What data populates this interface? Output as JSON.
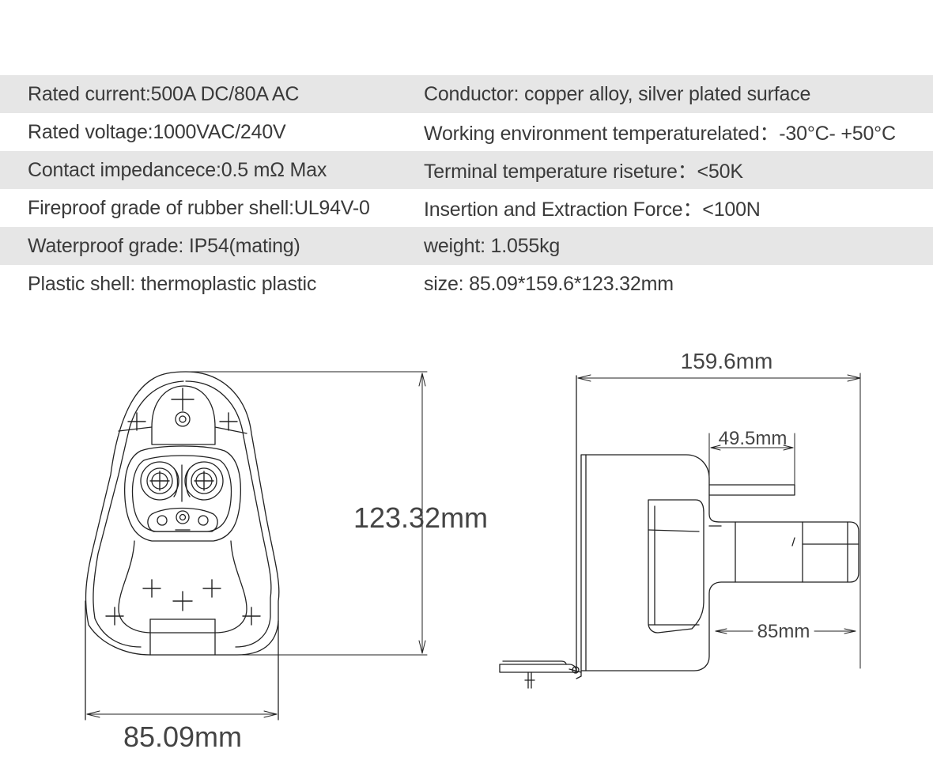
{
  "specs": [
    {
      "left": "Rated current:500A DC/80A AC",
      "right": "Conductor: copper alloy, silver plated surface"
    },
    {
      "left": "Rated voltage:1000VAC/240V",
      "right": "Working environment temperaturelated：-30°C- +50°C"
    },
    {
      "left": "Contact impedancece:0.5 mΩ Max",
      "right": "Terminal temperature riseture：<50K"
    },
    {
      "left": "Fireproof grade of rubber shell:UL94V-0",
      "right": "Insertion and Extraction Force：<100N"
    },
    {
      "left": "Waterproof grade: IP54(mating)",
      "right": "weight: 1.055kg"
    },
    {
      "left": "Plastic shell: thermoplastic plastic",
      "right": "size: 85.09*159.6*123.32mm"
    }
  ],
  "dimensions": {
    "front_height": "123.32mm",
    "front_width": "85.09mm",
    "side_length": "159.6mm",
    "side_inlet": "49.5mm",
    "side_depth": "85mm"
  }
}
